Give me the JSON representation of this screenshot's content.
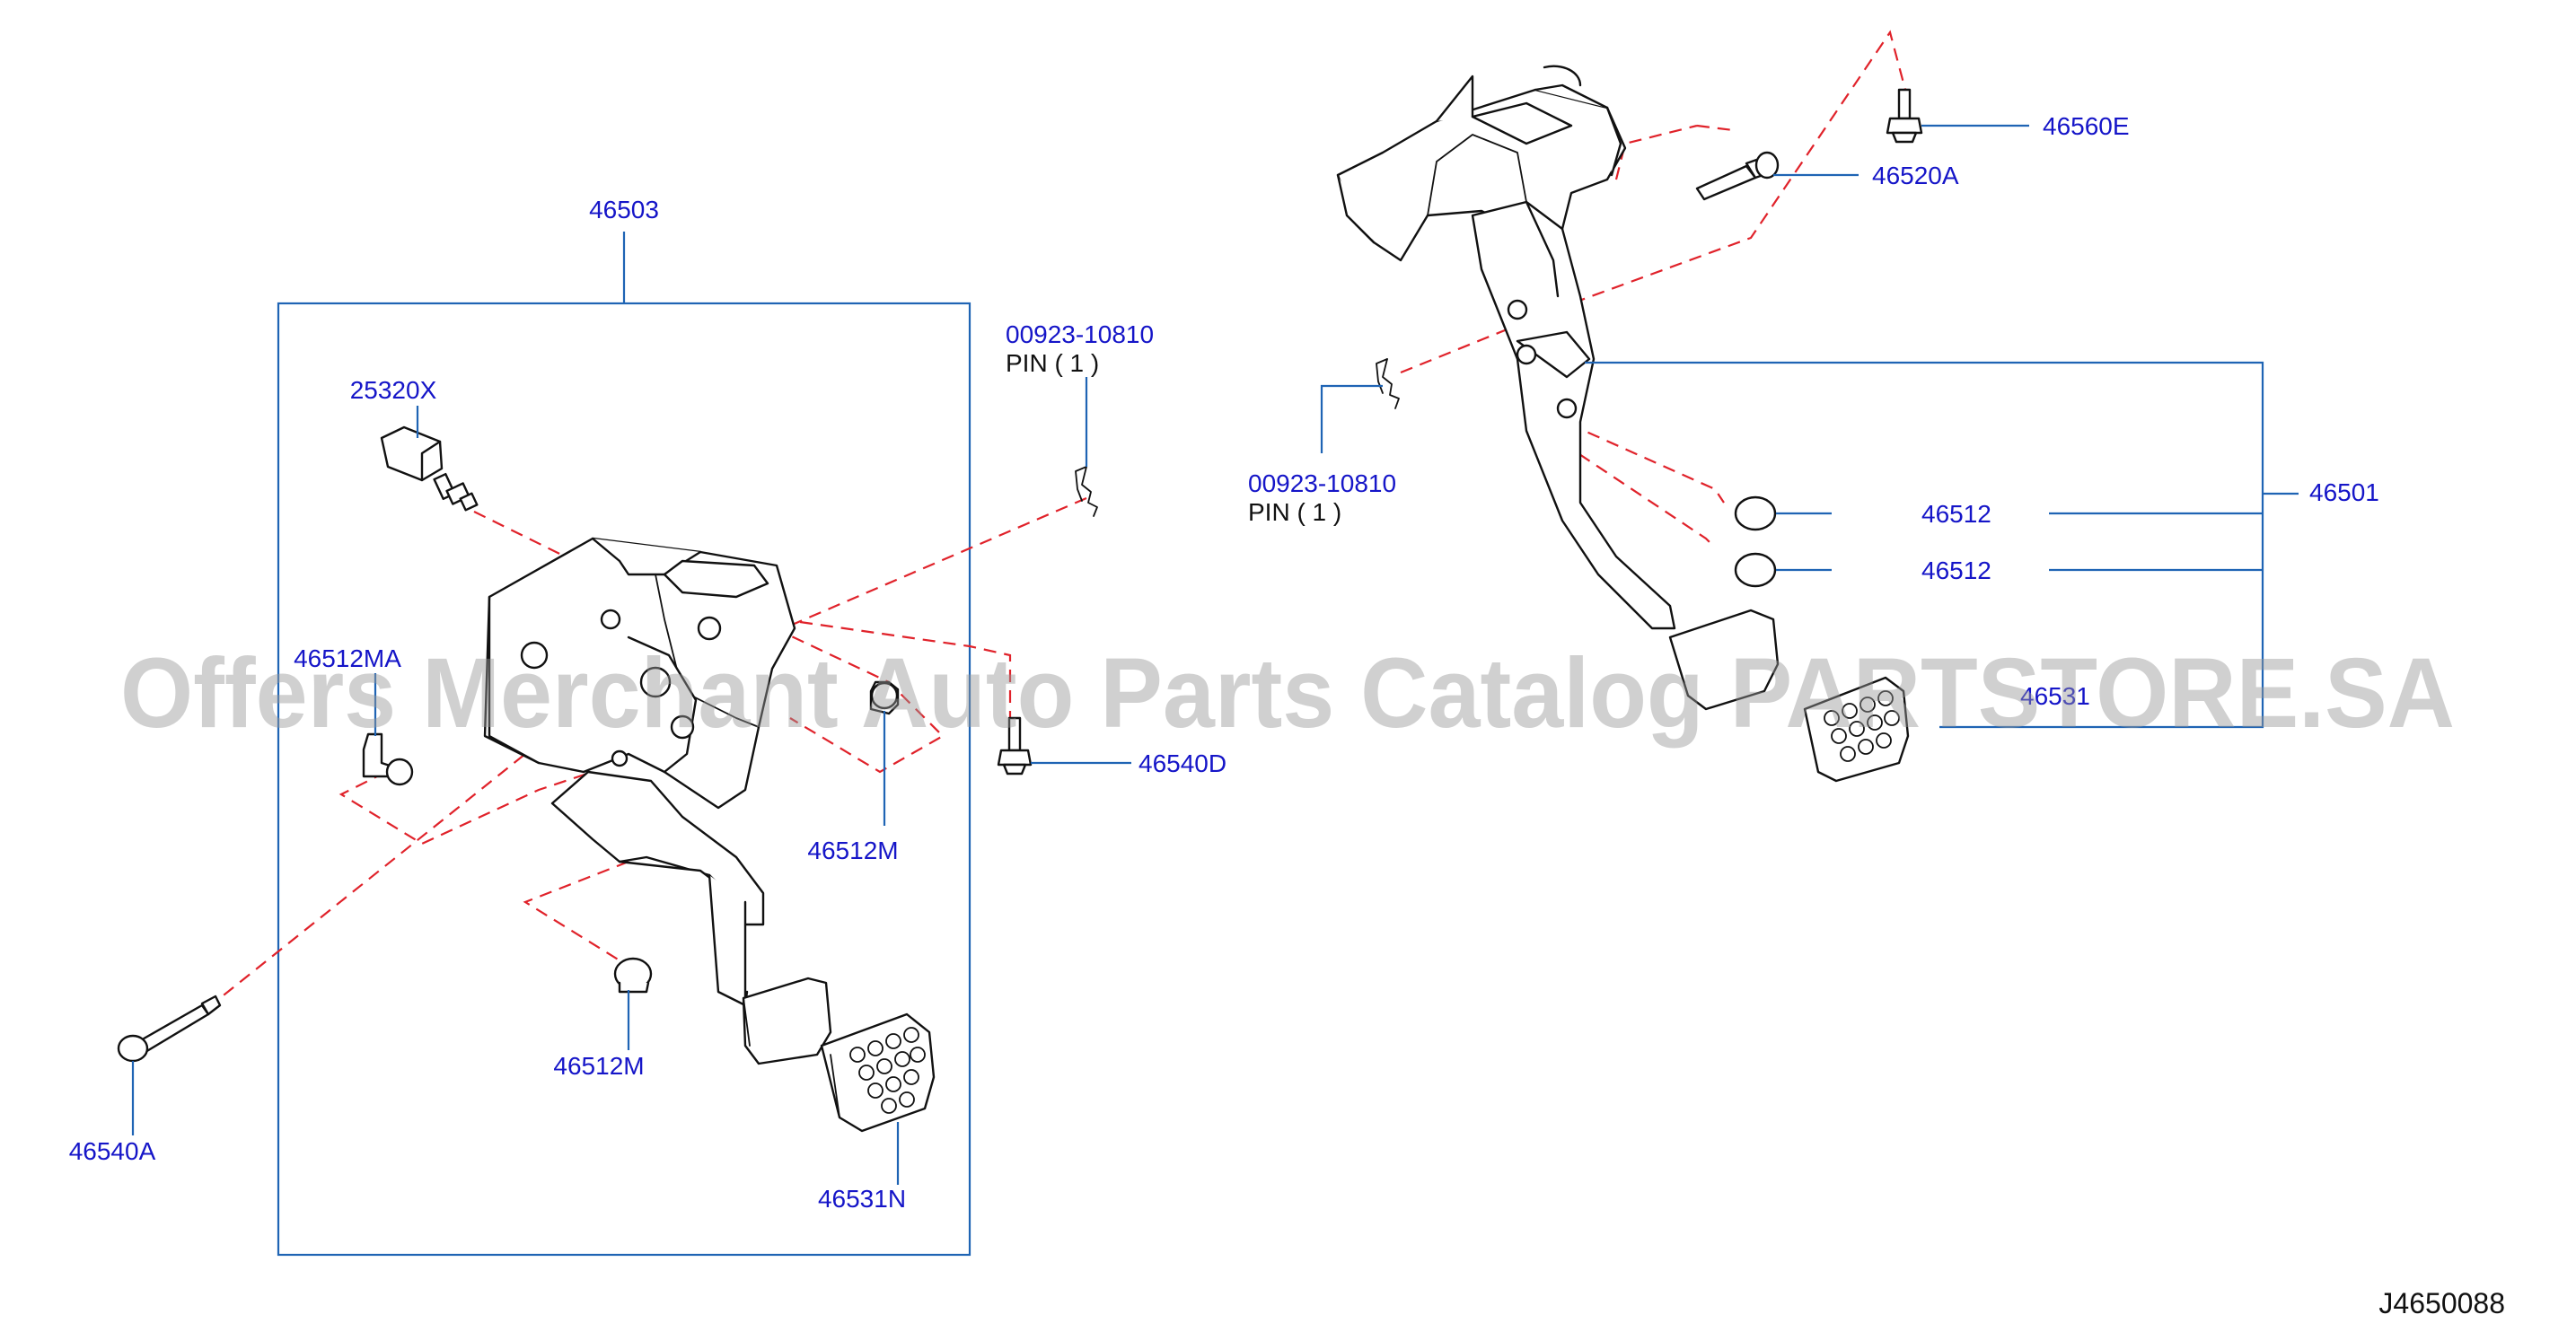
{
  "watermark": "Offers Merchant Auto Parts Catalog PARTSTORE.SA",
  "diagram_code": "J4650088",
  "labels": {
    "assy_left": "46503",
    "switch": "25320X",
    "pin_left_no": "00923-10810",
    "pin_left_desc": "PIN ( 1 )",
    "stopper_ma": "46512MA",
    "stopper_m_top": "46512M",
    "bolt_d": "46540D",
    "stopper_m_bottom": "46512M",
    "bolt_a": "46540A",
    "pad_n": "46531N",
    "bolt_e": "46560E",
    "pin_bolt": "46520A",
    "pin_right_no": "00923-10810",
    "pin_right_desc": "PIN ( 1 )",
    "assy_right": "46501",
    "stopper_1": "46512",
    "stopper_2": "46512",
    "pad_right": "46531"
  }
}
